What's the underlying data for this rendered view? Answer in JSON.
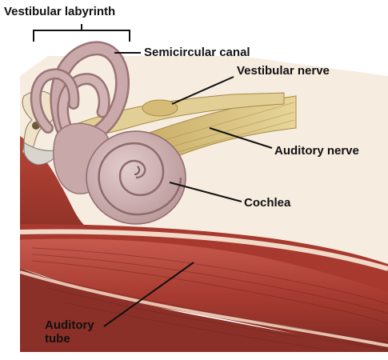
{
  "labels": {
    "vestibular_labyrinth": "Vestibular labyrinth",
    "semicircular_canal": "Semicircular canal",
    "vestibular_nerve": "Vestibular nerve",
    "auditory_nerve": "Auditory nerve",
    "cochlea": "Cochlea",
    "auditory_tube_line1": "Auditory",
    "auditory_tube_line2": "tube"
  },
  "colors": {
    "bone": "#f4e6d6",
    "labyrinth": "#c9a8a9",
    "labyrinth_dark": "#9a7476",
    "muscle": "#b4473b",
    "muscle_dark": "#7e2a22",
    "nerve": "#d8c07a",
    "nerve_dark": "#a88a45",
    "leader": "#111111"
  }
}
